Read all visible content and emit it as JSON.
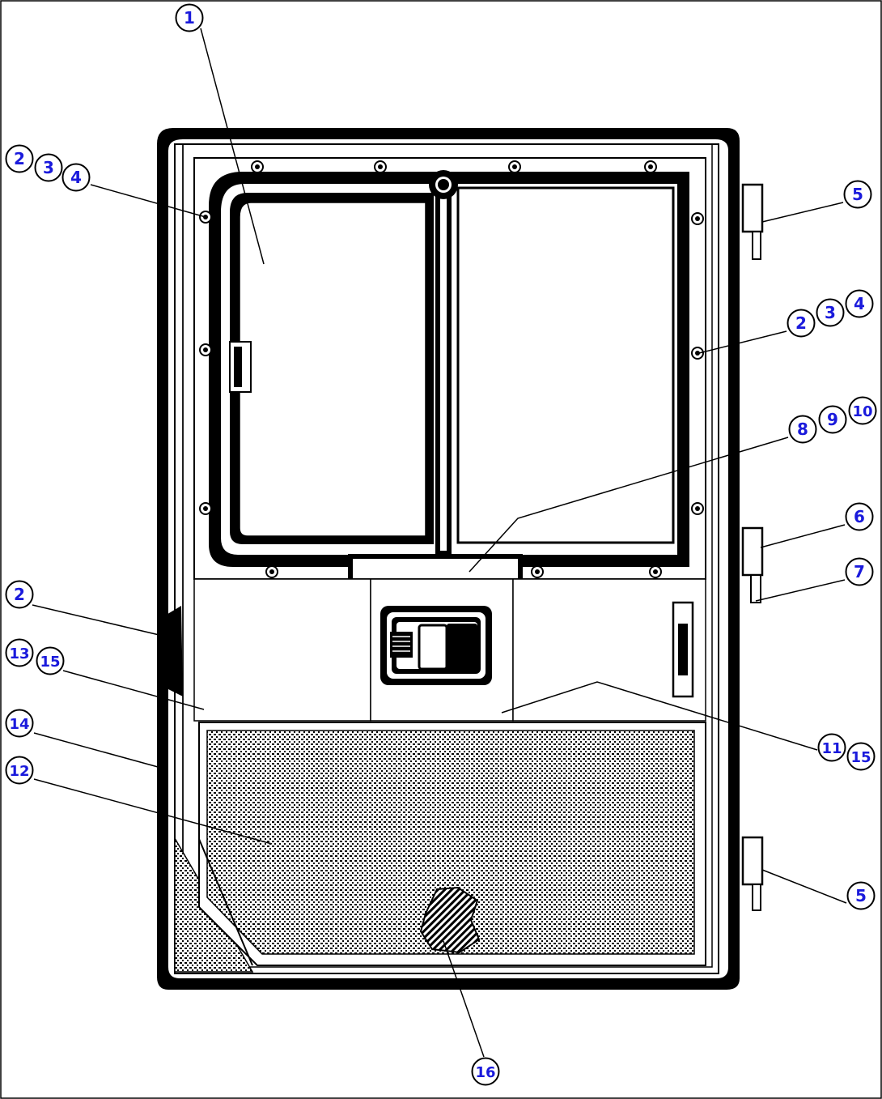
{
  "diagram": {
    "callout_color": "#1a1adc",
    "line_color": "#000000",
    "callouts": [
      {
        "id": "c1",
        "label": "1"
      },
      {
        "id": "c2a",
        "label": "2"
      },
      {
        "id": "c3a",
        "label": "3"
      },
      {
        "id": "c4a",
        "label": "4"
      },
      {
        "id": "c5a",
        "label": "5"
      },
      {
        "id": "c4b",
        "label": "4"
      },
      {
        "id": "c3b",
        "label": "3"
      },
      {
        "id": "c2b",
        "label": "2"
      },
      {
        "id": "c10",
        "label": "10"
      },
      {
        "id": "c9",
        "label": "9"
      },
      {
        "id": "c8",
        "label": "8"
      },
      {
        "id": "c6",
        "label": "6"
      },
      {
        "id": "c7",
        "label": "7"
      },
      {
        "id": "c2c",
        "label": "2"
      },
      {
        "id": "c13",
        "label": "13"
      },
      {
        "id": "c15a",
        "label": "15"
      },
      {
        "id": "c14",
        "label": "14"
      },
      {
        "id": "c12",
        "label": "12"
      },
      {
        "id": "c11",
        "label": "11"
      },
      {
        "id": "c15b",
        "label": "15"
      },
      {
        "id": "c5b",
        "label": "5"
      },
      {
        "id": "c16",
        "label": "16"
      }
    ]
  }
}
